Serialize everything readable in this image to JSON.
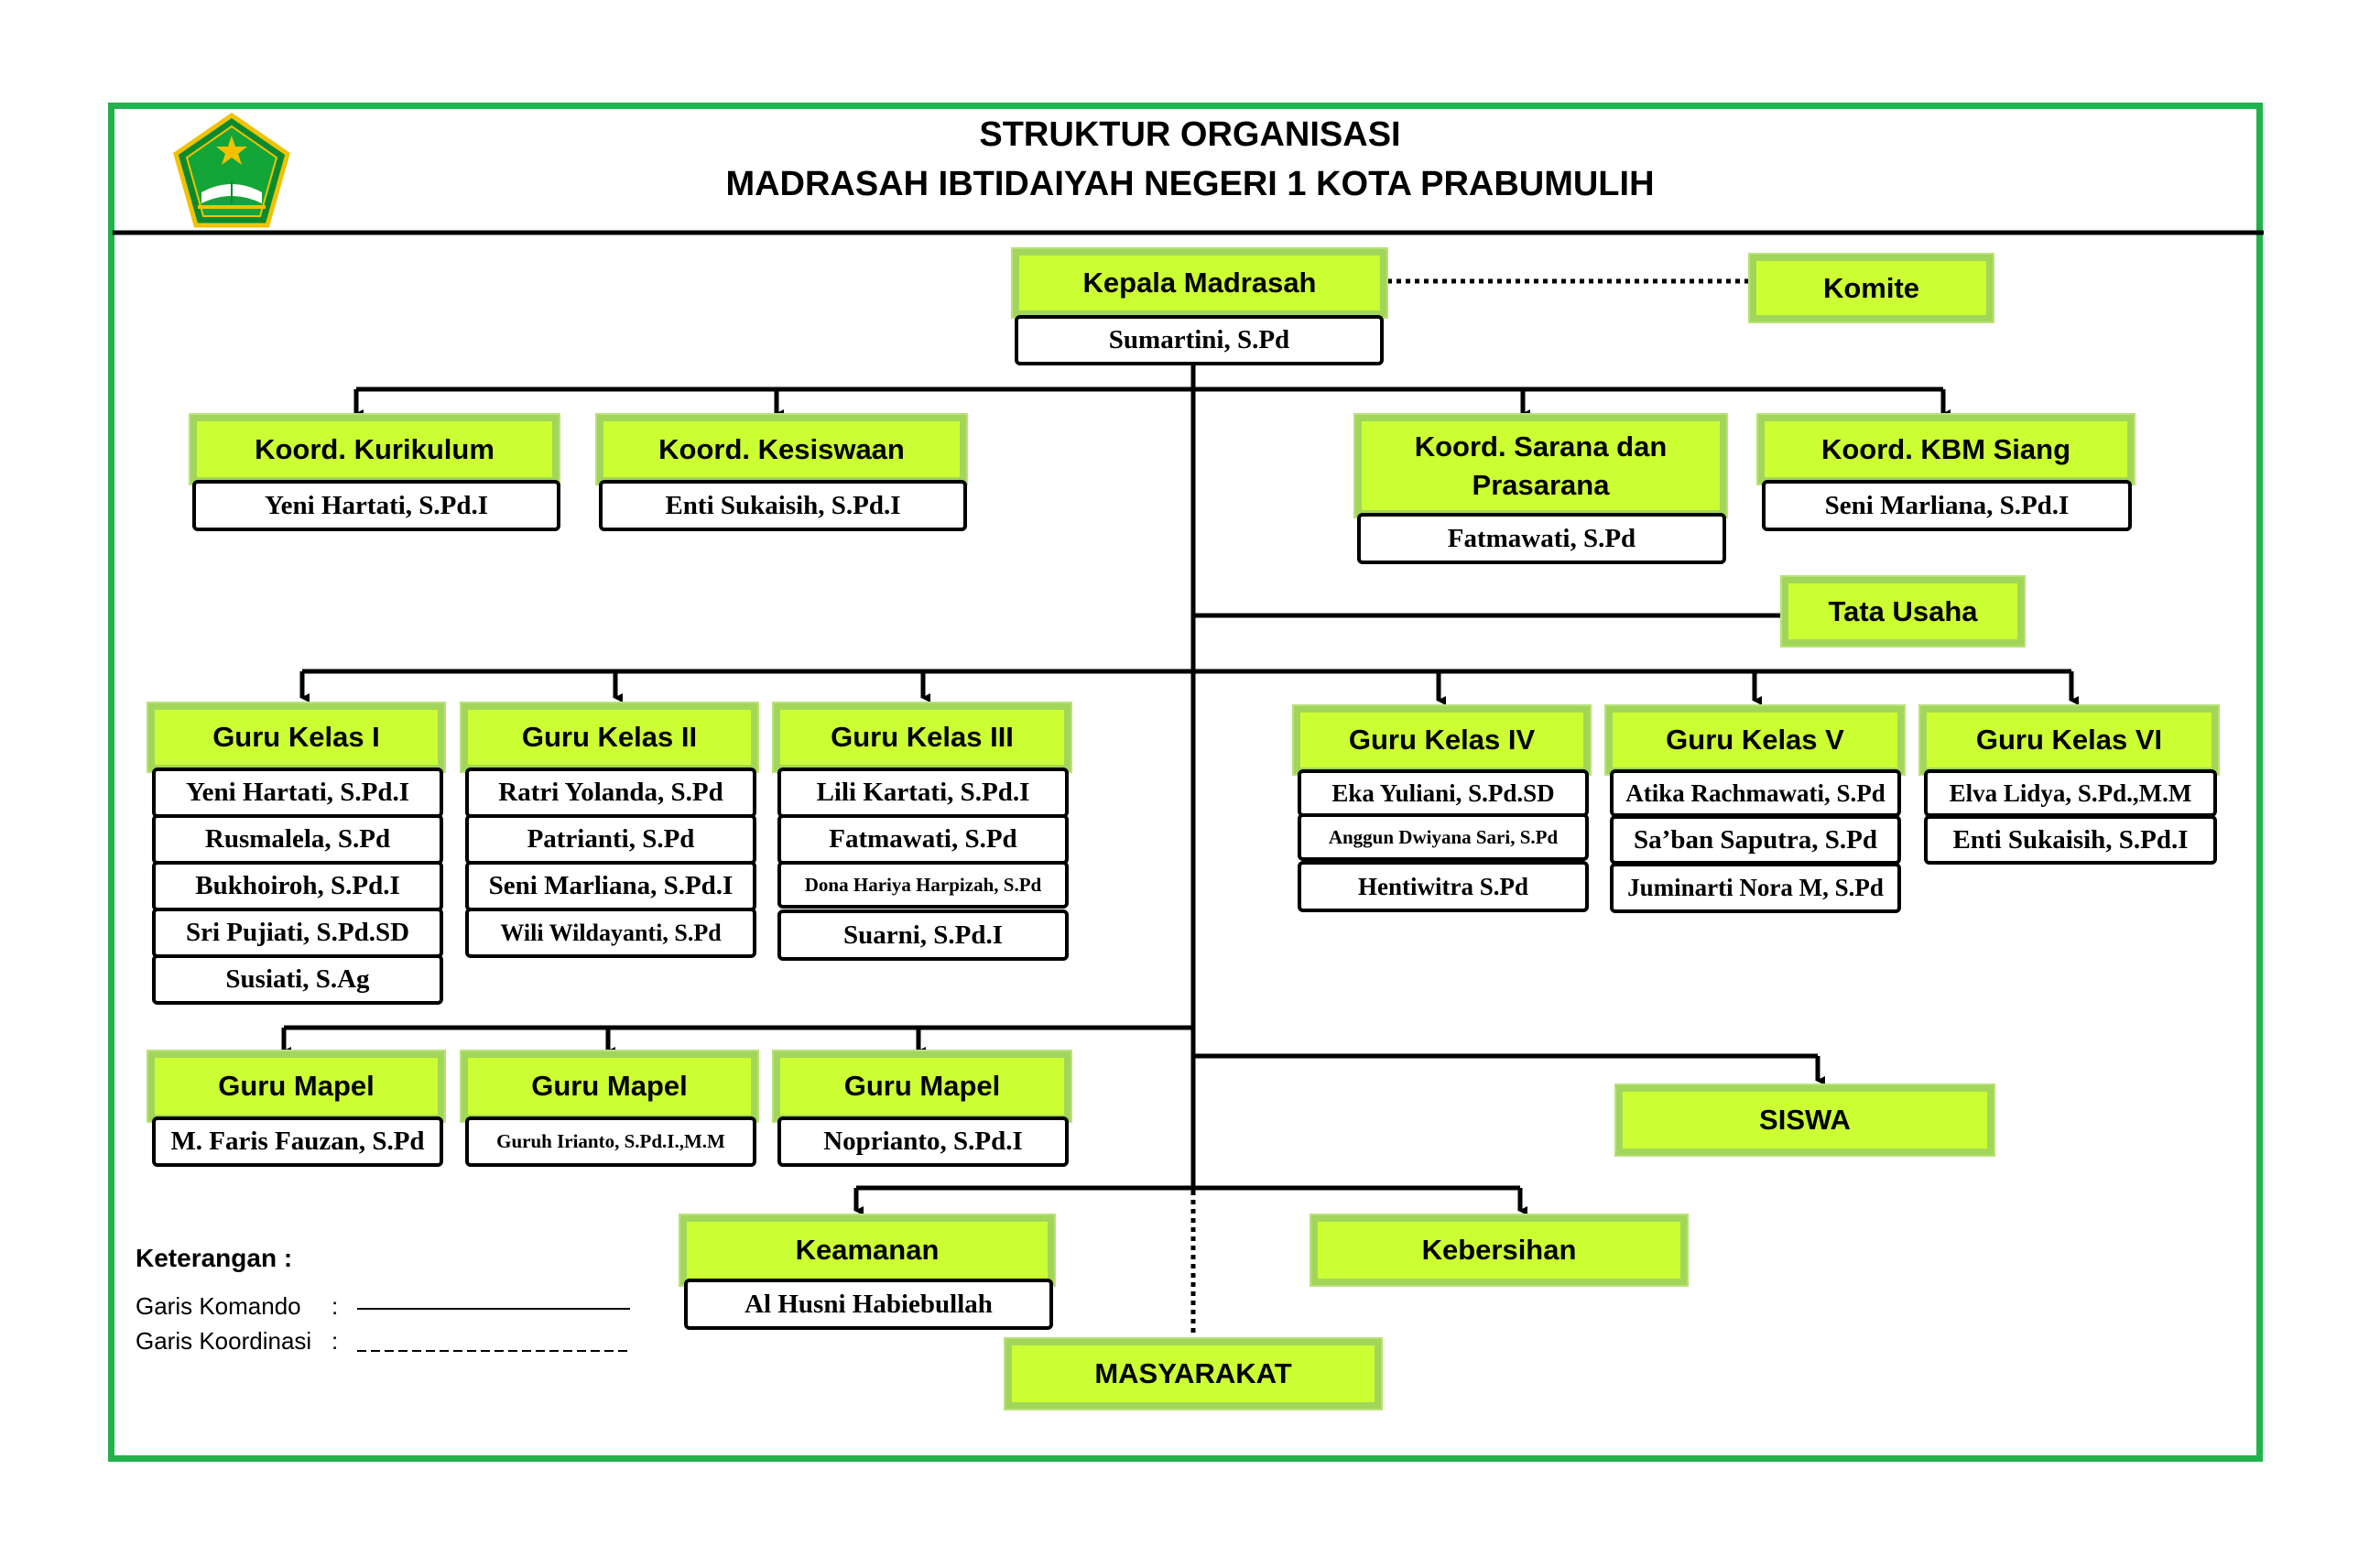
{
  "header": {
    "line1": "STRUKTUR ORGANISASI",
    "line2": "MADRASAH IBTIDAIYAH NEGERI 1 KOTA PRABUMULIH"
  },
  "nodes": {
    "kepala": {
      "title": "Kepala Madrasah",
      "name": "Sumartini, S.Pd"
    },
    "komite": {
      "title": "Komite"
    },
    "kurikulum": {
      "title": "Koord. Kurikulum",
      "name": "Yeni Hartati, S.Pd.I"
    },
    "kesiswaan": {
      "title": "Koord. Kesiswaan",
      "name": "Enti Sukaisih, S.Pd.I"
    },
    "sarana": {
      "title": "Koord. Sarana dan Prasarana",
      "name": "Fatmawati, S.Pd"
    },
    "kbm": {
      "title": "Koord. KBM Siang",
      "name": "Seni Marliana, S.Pd.I"
    },
    "tata_usaha": {
      "title": "Tata Usaha"
    },
    "kelas1": {
      "title": "Guru Kelas I",
      "names": [
        "Yeni Hartati, S.Pd.I",
        "Rusmalela, S.Pd",
        "Bukhoiroh, S.Pd.I",
        "Sri Pujiati, S.Pd.SD",
        "Susiati, S.Ag"
      ]
    },
    "kelas2": {
      "title": "Guru Kelas II",
      "names": [
        "Ratri Yolanda, S.Pd",
        "Patrianti, S.Pd",
        "Seni Marliana, S.Pd.I",
        "Wili Wildayanti, S.Pd"
      ]
    },
    "kelas3": {
      "title": "Guru Kelas III",
      "names": [
        "Lili Kartati, S.Pd.I",
        "Fatmawati, S.Pd",
        "Dona Hariya Harpizah, S.Pd",
        "Suarni, S.Pd.I"
      ]
    },
    "kelas4": {
      "title": "Guru Kelas IV",
      "names": [
        "Eka Yuliani, S.Pd.SD",
        "Anggun Dwiyana Sari, S.Pd",
        "Hentiwitra S.Pd"
      ]
    },
    "kelas5": {
      "title": "Guru Kelas V",
      "names": [
        "Atika Rachmawati, S.Pd",
        "Sa’ban Saputra, S.Pd",
        "Juminarti Nora M, S.Pd"
      ]
    },
    "kelas6": {
      "title": "Guru Kelas VI",
      "names": [
        "Elva Lidya, S.Pd.,M.M",
        "Enti Sukaisih, S.Pd.I"
      ]
    },
    "mapel1": {
      "title": "Guru Mapel",
      "name": "M. Faris Fauzan, S.Pd"
    },
    "mapel2": {
      "title": "Guru Mapel",
      "name": "Guruh Irianto, S.Pd.I.,M.M"
    },
    "mapel3": {
      "title": "Guru Mapel",
      "name": "Noprianto, S.Pd.I"
    },
    "siswa": {
      "title": "SISWA"
    },
    "keamanan": {
      "title": "Keamanan",
      "name": "Al Husni Habiebullah"
    },
    "kebersihan": {
      "title": "Kebersihan"
    },
    "masyarakat": {
      "title": "MASYARAKAT"
    }
  },
  "legend": {
    "heading": "Keterangan :",
    "komando": "Garis Komando",
    "koordinasi": "Garis Koordinasi",
    "colon": ":"
  },
  "colors": {
    "frame": "#22b14c",
    "box_fill": "#ccff33",
    "box_border": "#a2d65a",
    "line": "#000000"
  }
}
